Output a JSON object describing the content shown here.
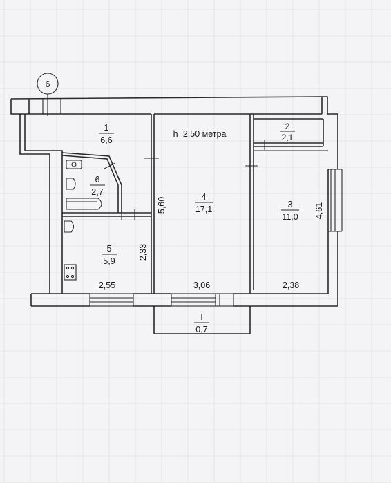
{
  "axis_marker": "6",
  "ceiling_height": "h=2,50 метра",
  "rooms": [
    {
      "number": "1",
      "area": "6,6"
    },
    {
      "number": "2",
      "area": "2,1"
    },
    {
      "number": "3",
      "area": "11,0"
    },
    {
      "number": "4",
      "area": "17,1"
    },
    {
      "number": "5",
      "area": "5,9"
    },
    {
      "number": "6",
      "area": "2,7"
    },
    {
      "number": "I",
      "area": "0,7"
    }
  ],
  "dimensions": {
    "room5_width": "2,55",
    "room4_width": "3,06",
    "room3_width": "2,38",
    "room5_height": "2,33",
    "room4_height": "5,60",
    "room3_height": "4,61"
  }
}
